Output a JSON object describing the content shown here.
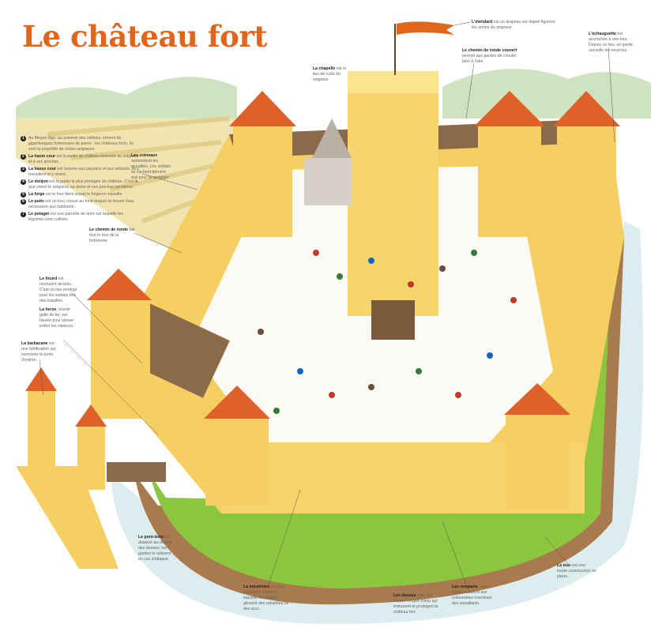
{
  "title": "Le château fort",
  "intro": [
    {
      "num": "1",
      "bold": "",
      "text": "Au Moyen Âge, au sommet des collines, trônent de gigantesques forteresses de pierre : les châteaux forts. Ils sont la propriété de riches seigneurs."
    },
    {
      "num": "2",
      "bold": "La haute cour",
      "text": " est la partie du château réservée au seigneur et à ses proches."
    },
    {
      "num": "3",
      "bold": "La basse cour",
      "text": " est ouverte aux paysans et aux artisans. Ils y travaillent et y vivent."
    },
    {
      "num": "4",
      "bold": "Le donjon",
      "text": " est la partie la plus protégée du château. C'est là que vivent le seigneur, sa dame et ses proches serviteurs."
    },
    {
      "num": "5",
      "bold": "La forge",
      "text": " est le four dans lequel le forgeron travaille."
    },
    {
      "num": "6",
      "bold": "Le puits",
      "text": " est un trou creusé au fond duquel se trouve l'eau nécessaire aux habitants."
    },
    {
      "num": "7",
      "bold": "Le potager",
      "text": " est une parcelle de terre sur laquelle les légumes sont cultivés."
    }
  ],
  "labels": {
    "etendard": {
      "bold": "L'étendard",
      "text": " est un drapeau sur lequel figurent les armes du seigneur."
    },
    "echauguette": {
      "bold": "L'échauguette",
      "text": " est accrochée à une tour. Depuis ce lieu, un garde surveille les environs."
    },
    "chemin_couvert": {
      "bold": "Le chemin de ronde couvert",
      "text": " permet aux gardes de circuler bien à l'abri."
    },
    "chapelle": {
      "bold": "La chapelle",
      "text": " est le lieu de culte du seigneur."
    },
    "creneaux": {
      "bold": "Les créneaux",
      "text": " surmontent les murailles. Les soldats se cachent derrière eux pour se protéger."
    },
    "chemin_ronde": {
      "bold": "Le chemin de ronde",
      "text": " fait tout le tour de la forteresse."
    },
    "hourd": {
      "bold": "Le hourd",
      "text": " est recouvert de bois. C'est un lieu protégé pour les soldats lors des batailles."
    },
    "herse": {
      "bold": "La herse",
      "text": ", lourde grille de fer, est hissée pour laisser entrer les visiteurs."
    },
    "barbacane": {
      "bold": "La barbacane",
      "text": " est une fortification qui surmonte la porte d'entrée."
    },
    "pont_levis": {
      "bold": "Le pont-levis",
      "text": " est abaissé au-dessus des douves; les gardes le relèvent en cas d'attaque."
    },
    "meurtriere": {
      "bold": "La meurtrière",
      "text": " est une ouverture à travers laquelle les soldats glissent des arbalètes ou des arcs."
    },
    "douves": {
      "bold": "Les douves",
      "text": " sont des fossés remplis d'eau qui entourent et protègent le château fort."
    },
    "remparts": {
      "bold": "Les remparts",
      "text": ", murs épais, résistent aux redoutables machines des assaillants."
    },
    "tour": {
      "bold": "La tour",
      "text": " est une haute construction en pierre."
    }
  },
  "colors": {
    "title": "#e0661e",
    "wall": "#f5cf62",
    "roof": "#e0602a",
    "moat": "#dcecef",
    "grass": "#8cc63f",
    "earth": "#a87a4e"
  }
}
